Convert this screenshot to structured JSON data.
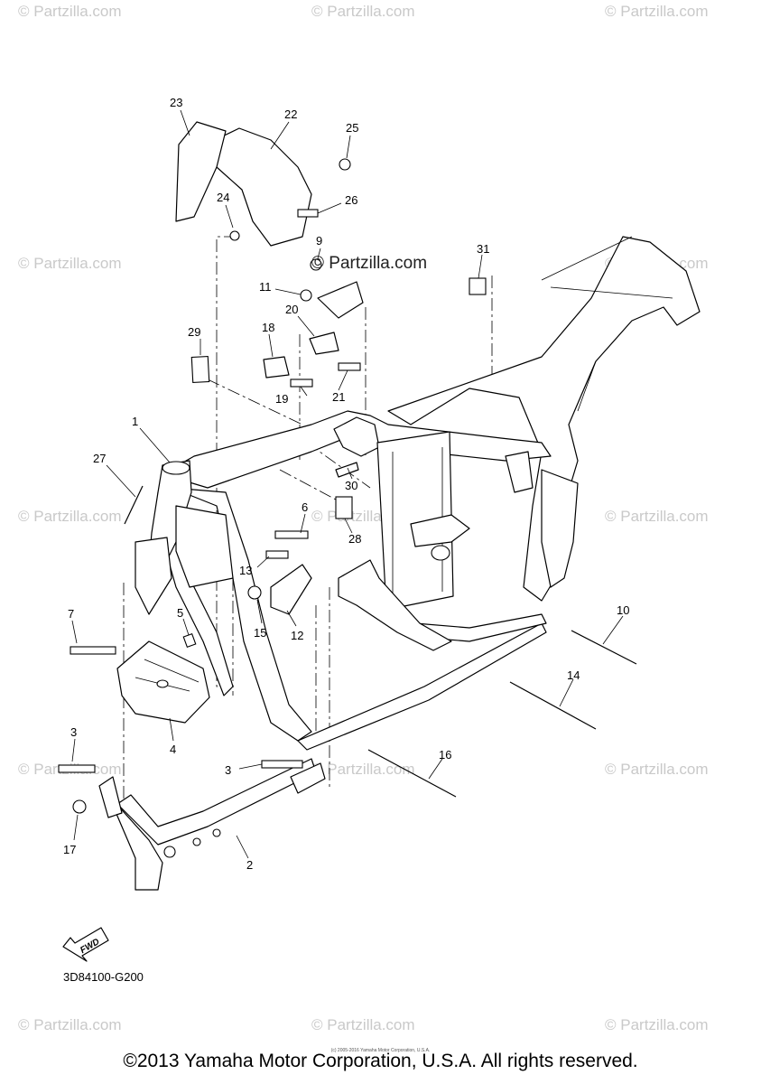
{
  "watermark": {
    "text": "© Partzilla.com",
    "dark_text": "© Partzilla.com"
  },
  "callouts": [
    "23",
    "22",
    "25",
    "24",
    "26",
    "9",
    "31",
    "11",
    "20",
    "29",
    "18",
    "19",
    "21",
    "1",
    "27",
    "30",
    "6",
    "28",
    "13",
    "15",
    "12",
    "5",
    "7",
    "4",
    "10",
    "14",
    "3",
    "3",
    "16",
    "17",
    "2"
  ],
  "fwd_label": "FWD",
  "diagram_code": "3D84100-G200",
  "small_note": "(c) 2005-2016 Yamaha Motor Corporation, U.S.A.",
  "copyright": "©2013 Yamaha Motor Corporation, U.S.A. All rights reserved."
}
